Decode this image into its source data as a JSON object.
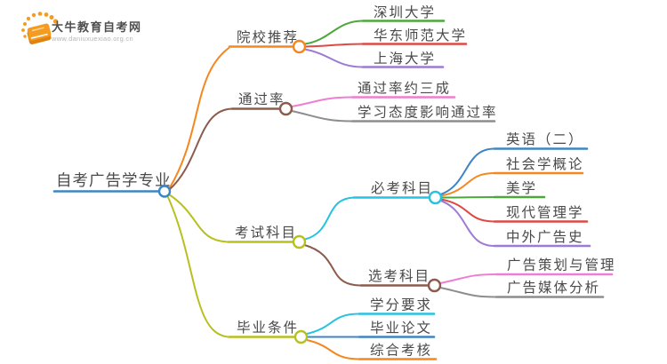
{
  "logo": {
    "site_name": "大牛教育自考网",
    "site_url": "www.daniuxuexiao.org.cn",
    "icon": "book-with-rays-icon"
  },
  "colors": {
    "blue": "#3d85c6",
    "orange": "#f5871f",
    "brown": "#8d5b4c",
    "green": "#4ca83c",
    "red": "#dd4a43",
    "purple": "#9c7bd4",
    "pink": "#ee7ed1",
    "gray": "#8d8d8d",
    "cyan": "#26c2e2",
    "olive": "#b8c01f",
    "text": "#4a4a4a",
    "logo_orange": "#f59b20"
  },
  "mindmap": {
    "root": {
      "label": "自考广告学专业",
      "color": "blue"
    },
    "branches": [
      {
        "label": "院校推荐",
        "color": "orange",
        "children": [
          {
            "label": "深圳大学",
            "color": "green"
          },
          {
            "label": "华东师范大学",
            "color": "red"
          },
          {
            "label": "上海大学",
            "color": "purple"
          }
        ]
      },
      {
        "label": "通过率",
        "color": "brown",
        "children": [
          {
            "label": "通过率约三成",
            "color": "pink"
          },
          {
            "label": "学习态度影响通过率",
            "color": "gray"
          }
        ]
      },
      {
        "label": "考试科目",
        "color": "olive",
        "children": [
          {
            "label": "必考科目",
            "color": "cyan",
            "children": [
              {
                "label": "英语（二）",
                "color": "blue"
              },
              {
                "label": "社会学概论",
                "color": "orange"
              },
              {
                "label": "美学",
                "color": "green"
              },
              {
                "label": "现代管理学",
                "color": "red"
              },
              {
                "label": "中外广告史",
                "color": "purple"
              }
            ]
          },
          {
            "label": "选考科目",
            "color": "brown",
            "children": [
              {
                "label": "广告策划与管理",
                "color": "pink"
              },
              {
                "label": "广告媒体分析",
                "color": "gray"
              }
            ]
          }
        ]
      },
      {
        "label": "毕业条件",
        "color": "olive",
        "children": [
          {
            "label": "学分要求",
            "color": "cyan"
          },
          {
            "label": "毕业论文",
            "color": "blue"
          },
          {
            "label": "综合考核",
            "color": "orange"
          }
        ]
      }
    ]
  }
}
